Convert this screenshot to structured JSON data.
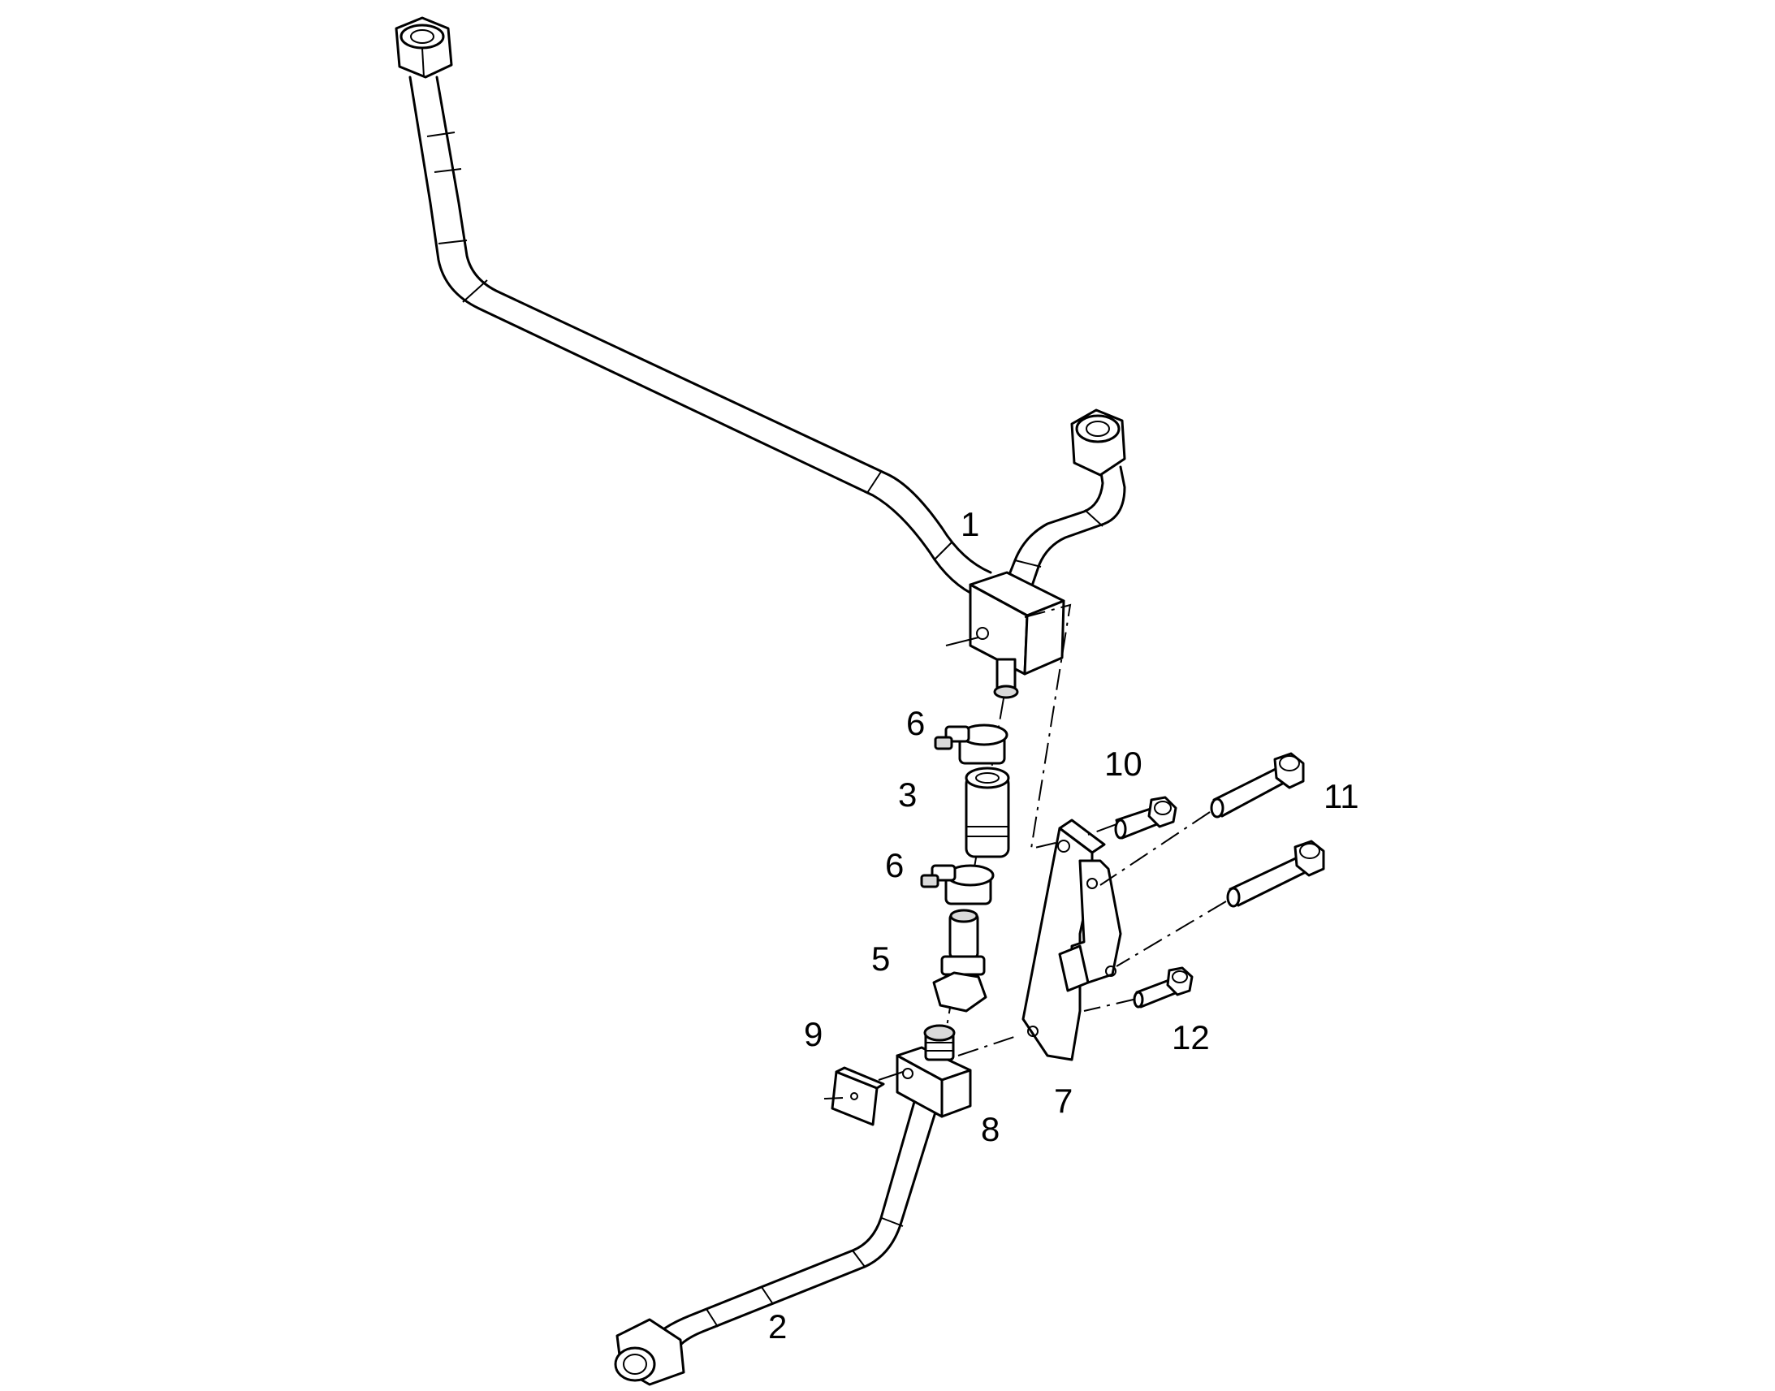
{
  "callouts": [
    {
      "id": "part-1",
      "label": "1"
    },
    {
      "id": "part-2",
      "label": "2"
    },
    {
      "id": "part-3",
      "label": "3"
    },
    {
      "id": "part-5",
      "label": "5"
    },
    {
      "id": "part-6a",
      "label": "6"
    },
    {
      "id": "part-6b",
      "label": "6"
    },
    {
      "id": "part-7",
      "label": "7"
    },
    {
      "id": "part-8",
      "label": "8"
    },
    {
      "id": "part-9",
      "label": "9"
    },
    {
      "id": "part-10",
      "label": "10"
    },
    {
      "id": "part-11",
      "label": "11"
    },
    {
      "id": "part-12",
      "label": "12"
    }
  ],
  "colors": {
    "line": "#000000",
    "background": "#ffffff",
    "shade": "#d9d9d9"
  }
}
